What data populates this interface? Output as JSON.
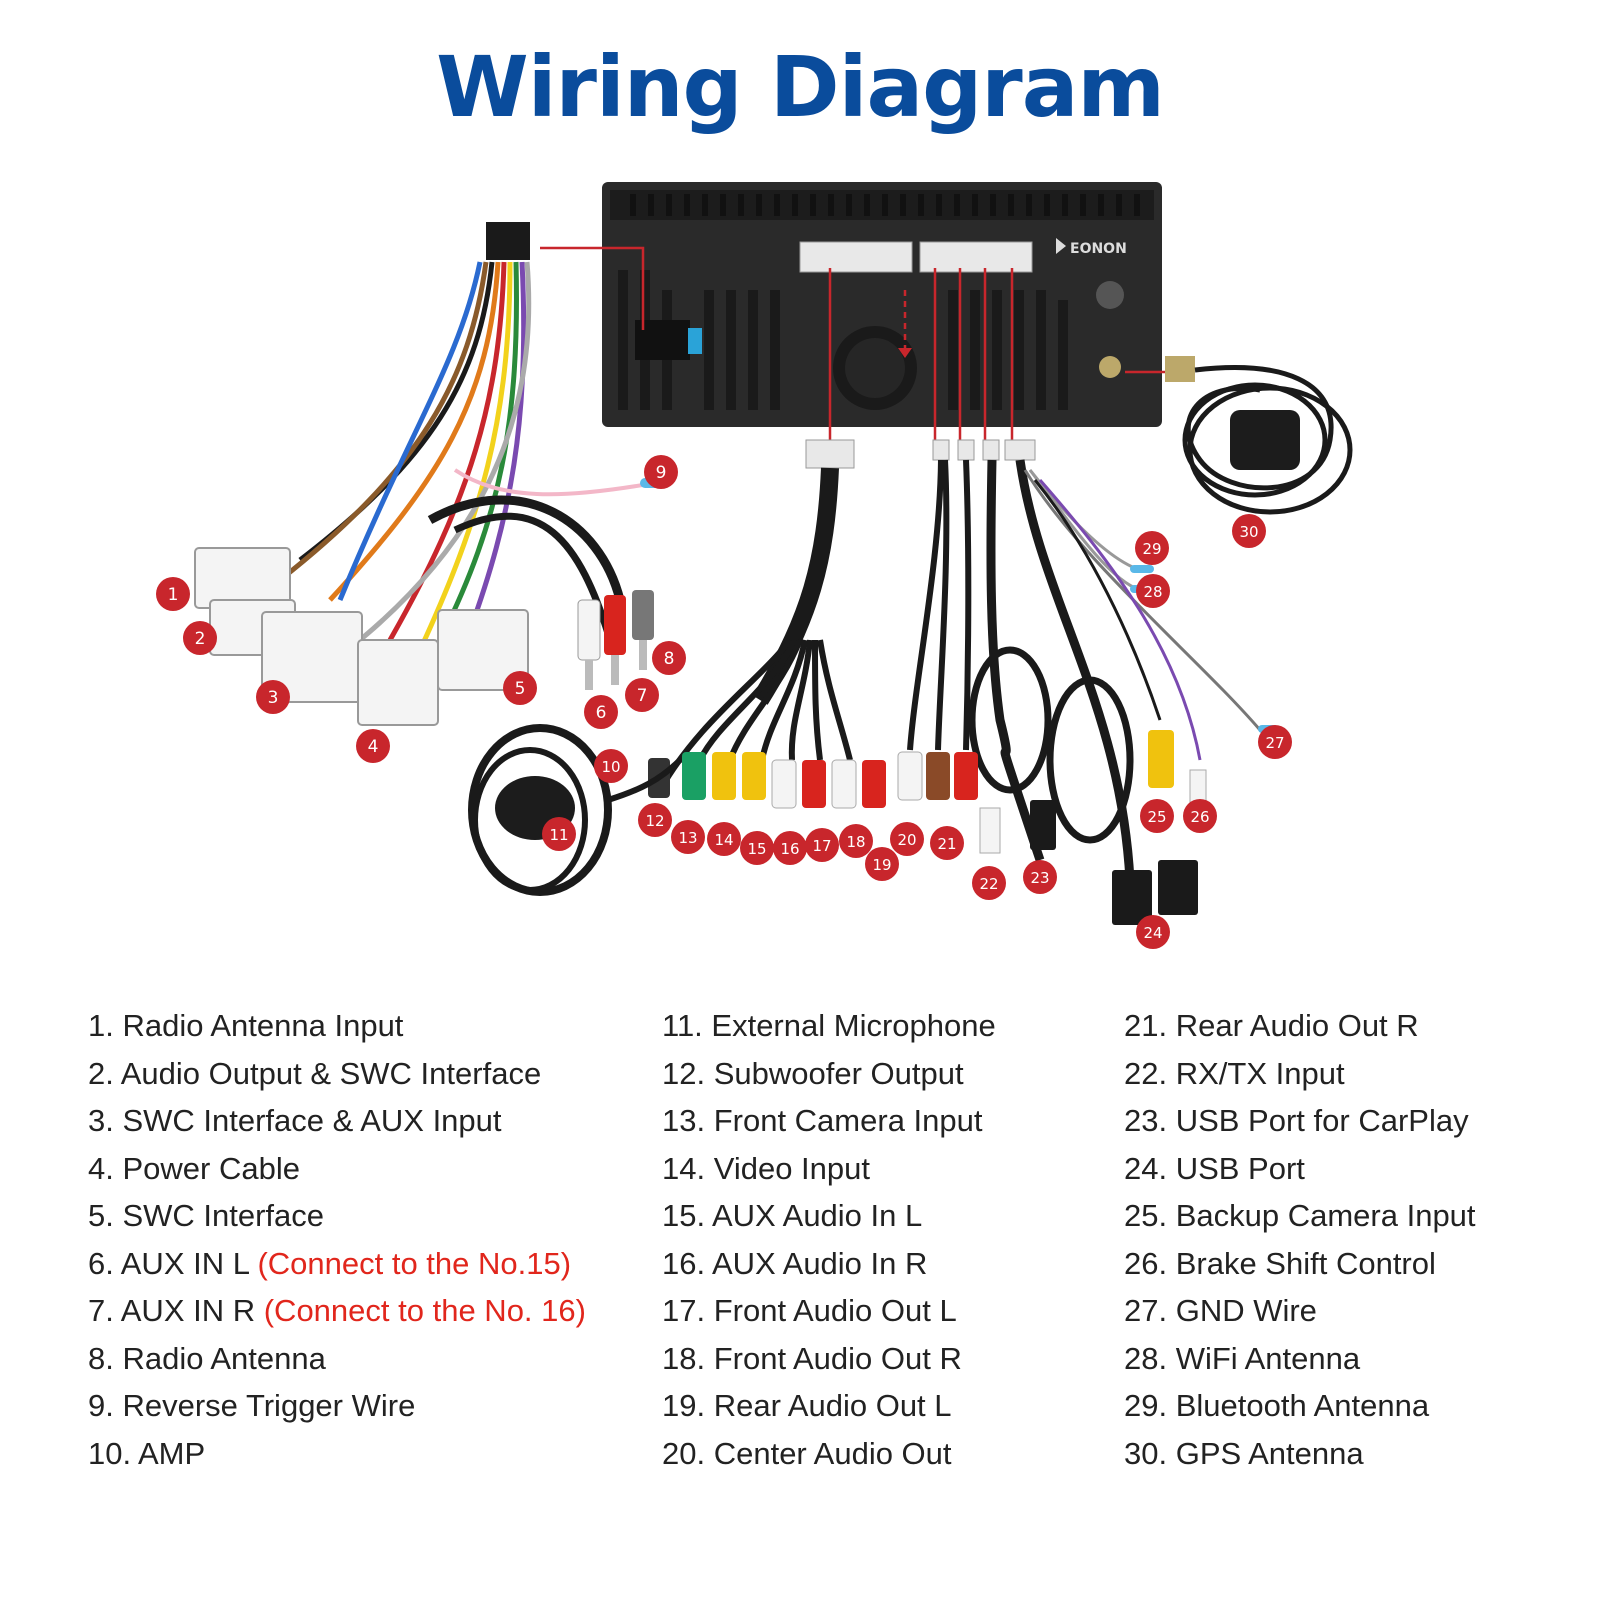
{
  "title": "Wiring Diagram",
  "brand": "EONON",
  "colors": {
    "title": "#0a4c9c",
    "badge": "#c8262c",
    "note": "#e1261c",
    "text": "#222222"
  },
  "legend": {
    "col1": [
      {
        "text": "1. Radio Antenna Input"
      },
      {
        "text": "2. Audio Output & SWC Interface"
      },
      {
        "text": "3. SWC Interface & AUX Input"
      },
      {
        "text": "4. Power Cable"
      },
      {
        "text": "5. SWC Interface"
      },
      {
        "text": "6. AUX IN L ",
        "note": "(Connect to the No.15)"
      },
      {
        "text": "7. AUX IN R ",
        "note": "(Connect to the No. 16)"
      },
      {
        "text": "8. Radio Antenna"
      },
      {
        "text": "9. Reverse Trigger Wire"
      },
      {
        "text": "10. AMP"
      }
    ],
    "col2": [
      {
        "text": "11. External Microphone"
      },
      {
        "text": "12. Subwoofer Output"
      },
      {
        "text": "13. Front Camera Input"
      },
      {
        "text": "14. Video Input"
      },
      {
        "text": "15. AUX Audio In L"
      },
      {
        "text": "16. AUX Audio In R"
      },
      {
        "text": "17. Front Audio Out L"
      },
      {
        "text": "18. Front Audio Out R"
      },
      {
        "text": "19. Rear Audio Out L"
      },
      {
        "text": "20. Center Audio Out"
      }
    ],
    "col3": [
      {
        "text": "21. Rear Audio Out R"
      },
      {
        "text": "22. RX/TX Input"
      },
      {
        "text": "23. USB Port for CarPlay"
      },
      {
        "text": "24. USB Port"
      },
      {
        "text": "25. Backup Camera Input"
      },
      {
        "text": "26. Brake Shift Control"
      },
      {
        "text": "27. GND Wire"
      },
      {
        "text": "28. WiFi Antenna"
      },
      {
        "text": "29. Bluetooth Antenna"
      },
      {
        "text": "30. GPS Antenna"
      }
    ]
  },
  "badges": [
    "1",
    "2",
    "3",
    "4",
    "5",
    "6",
    "7",
    "8",
    "9",
    "10",
    "11",
    "12",
    "13",
    "14",
    "15",
    "16",
    "17",
    "18",
    "19",
    "20",
    "21",
    "22",
    "23",
    "24",
    "25",
    "26",
    "27",
    "28",
    "29",
    "30"
  ]
}
